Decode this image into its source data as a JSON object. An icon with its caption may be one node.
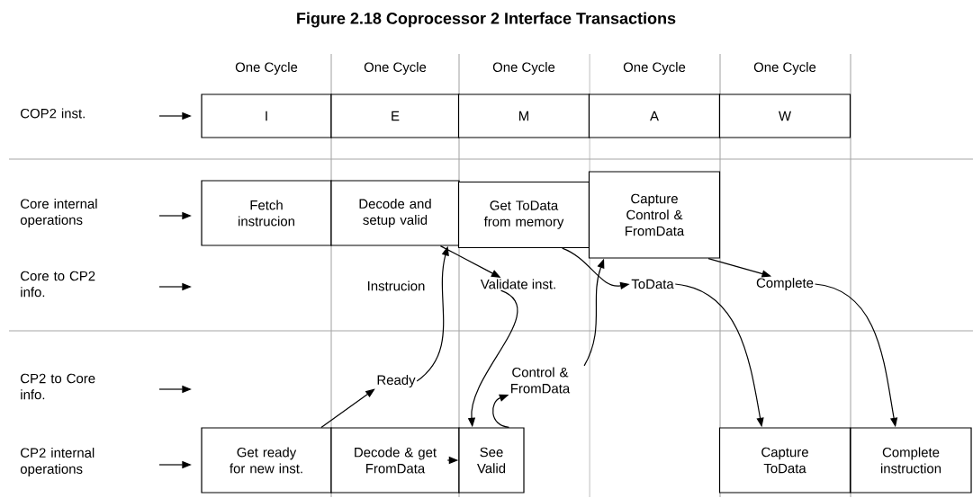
{
  "diagram": {
    "title": "Figure 2.18  Coprocessor 2 Interface Transactions",
    "nodes": [
      {
        "text": [
          "COP2 inst."
        ]
      },
      {
        "text": [
          "I"
        ]
      },
      {
        "text": [
          "E"
        ]
      },
      {
        "text": [
          "M"
        ]
      },
      {
        "text": [
          "A"
        ]
      },
      {
        "text": [
          "W"
        ]
      },
      {
        "text": [
          "Core internal operations"
        ]
      },
      {
        "text": [
          "Fetch instrucion"
        ]
      },
      {
        "text": [
          "Decode and setup valid"
        ]
      },
      {
        "text": [
          "Get ToData from memory"
        ]
      },
      {
        "text": [
          "Capture Control & FromData"
        ]
      },
      {
        "text": [
          "Core to CP2 info."
        ]
      },
      {
        "text": [
          "Validate inst."
        ]
      },
      {
        "text": [
          "ToData"
        ]
      },
      {
        "text": [
          "Complete"
        ]
      },
      {
        "text": [
          "CP2 to Core info."
        ]
      },
      {
        "text": [
          "Ready"
        ]
      },
      {
        "text": [
          "Control & FromData"
        ]
      },
      {
        "text": [
          "CP2 internal operations"
        ]
      },
      {
        "text": [
          "Get ready for new inst."
        ]
      },
      {
        "text": [
          "Decode & get FromData"
        ]
      },
      {
        "text": [
          "See Valid"
        ]
      },
      {
        "text": [
          "Capture ToData"
        ]
      },
      {
        "text": [
          "Complete instruction"
        ]
      }
    ],
    "edges": [
      {
        "from": 19,
        "to": 16,
        "arrow": "to"
      },
      {
        "from": 16,
        "to": 8,
        "arrow": "to"
      },
      {
        "from": 8,
        "to": 12,
        "arrow": "to"
      },
      {
        "from": 12,
        "to": 21,
        "arrow": "to"
      },
      {
        "from": 20,
        "to": 21,
        "arrow": "to"
      },
      {
        "from": 21,
        "to": 17,
        "arrow": "to"
      },
      {
        "from": 17,
        "to": 10,
        "arrow": "to"
      },
      {
        "from": 9,
        "to": 13,
        "arrow": "to"
      },
      {
        "from": 10,
        "to": 14,
        "arrow": "to"
      },
      {
        "from": 13,
        "to": 22,
        "arrow": "to"
      },
      {
        "from": 14,
        "to": 23,
        "arrow": "to"
      }
    ],
    "labels": [
      "One Cycle",
      "One Cycle",
      "One Cycle",
      "One Cycle",
      "One Cycle",
      "Instrucion"
    ]
  }
}
